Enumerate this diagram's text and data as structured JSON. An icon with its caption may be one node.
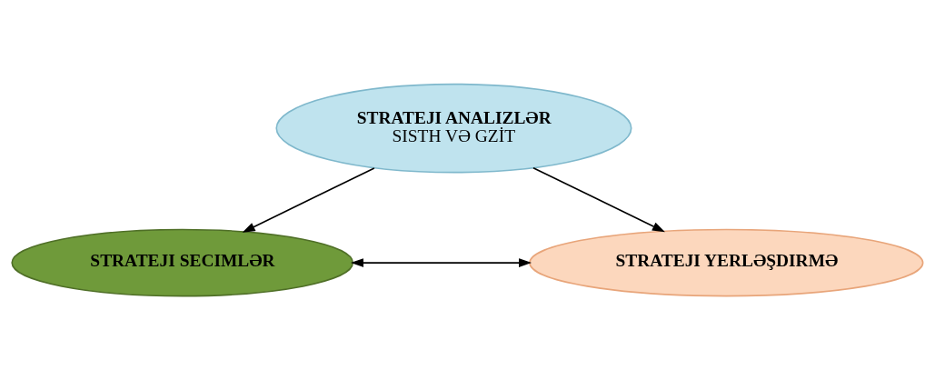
{
  "diagram": {
    "nodes": [
      {
        "text": [
          "STRATEJI ANALIZLƏR",
          "SISTH VƏ GZİT"
        ]
      },
      {
        "text": [
          "STRATEJI SECIMLƏR"
        ]
      },
      {
        "text": [
          "STRATEJI YERLƏŞDIRMƏ"
        ]
      }
    ],
    "edges": [
      {
        "from": 0,
        "to": 1,
        "arrow": "to"
      },
      {
        "from": 0,
        "to": 2,
        "arrow": "to"
      },
      {
        "from": 1,
        "to": 2,
        "arrow": "both"
      }
    ]
  }
}
